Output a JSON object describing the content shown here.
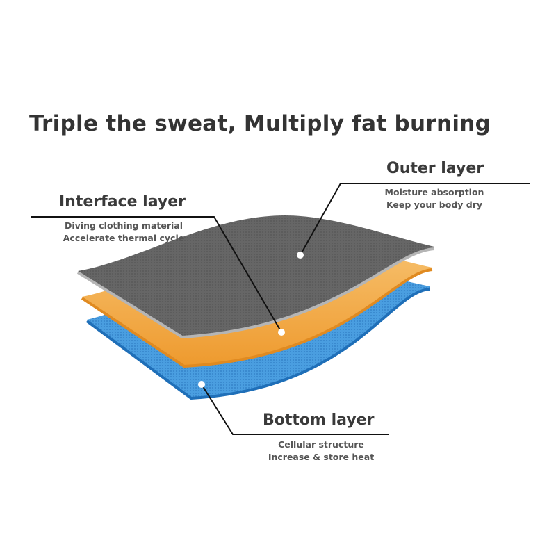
{
  "title": "Triple the sweat, Multiply fat burning",
  "layers": [
    {
      "name": "Outer layer",
      "lines": [
        "Moisture absorption",
        "Keep your body dry"
      ],
      "color": "#6a6a6a"
    },
    {
      "name": "Interface layer",
      "lines": [
        "Diving clothing material",
        "Accelerate thermal cycle"
      ],
      "color": "#f0a640"
    },
    {
      "name": "Bottom layer",
      "lines": [
        "Cellular structure",
        "Increase & store heat"
      ],
      "color": "#3d8fd6"
    }
  ]
}
